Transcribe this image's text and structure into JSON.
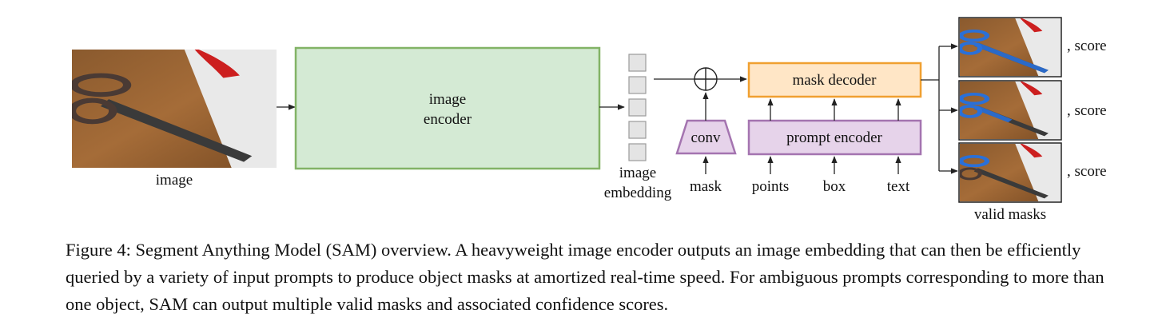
{
  "diagram": {
    "image_label": "image",
    "encoder_label_line1": "image",
    "encoder_label_line2": "encoder",
    "embedding_label_line1": "image",
    "embedding_label_line2": "embedding",
    "mask_decoder_label": "mask decoder",
    "conv_label": "conv",
    "prompt_encoder_label": "prompt encoder",
    "input_labels": {
      "mask": "mask",
      "points": "points",
      "box": "box",
      "text": "text"
    },
    "score_label": ", score",
    "valid_masks_label": "valid masks",
    "colors": {
      "encoder_fill": "#d4ead4",
      "encoder_stroke": "#82b366",
      "decoder_fill": "#ffe6c6",
      "decoder_stroke": "#f0a030",
      "prompt_fill": "#e6d3ea",
      "prompt_stroke": "#a474b0",
      "embedding_fill": "#e4e4e4",
      "mask_overlay": "#2a70d8"
    }
  },
  "caption": "Figure 4: Segment Anything Model (SAM) overview. A heavyweight image encoder outputs an image embedding that can then be efficiently queried by a variety of input prompts to produce object masks at amortized real-time speed. For ambiguous prompts corresponding to more than one object, SAM can output multiple valid masks and associated confidence scores."
}
